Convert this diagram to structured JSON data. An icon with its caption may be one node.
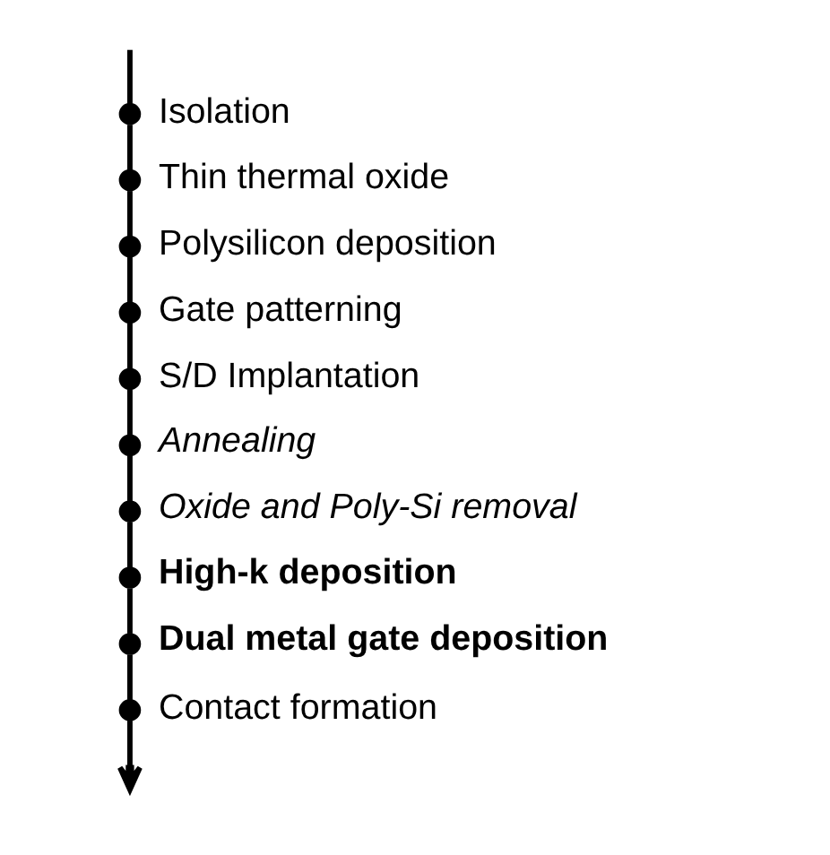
{
  "diagram": {
    "nodes": [
      {
        "text": [],
        "shape": "circle",
        "beside": [
          "Isolation"
        ]
      },
      {
        "text": [],
        "shape": "circle",
        "beside": [
          "Thin thermal oxide"
        ]
      },
      {
        "text": [],
        "shape": "circle",
        "beside": [
          "Polysilicon deposition"
        ]
      },
      {
        "text": [],
        "shape": "circle",
        "beside": [
          "Gate patterning"
        ]
      },
      {
        "text": [],
        "shape": "circle",
        "beside": [
          "S/D Implantation"
        ]
      },
      {
        "text": [],
        "shape": "circle",
        "beside": [
          "Annealing"
        ]
      },
      {
        "text": [],
        "shape": "circle",
        "beside": [
          "Oxide and Poly-Si removal"
        ]
      },
      {
        "text": [],
        "shape": "circle",
        "beside": [
          "High-k deposition"
        ]
      },
      {
        "text": [],
        "shape": "circle",
        "beside": [
          "Dual metal gate deposition"
        ]
      },
      {
        "text": [],
        "shape": "circle",
        "beside": [
          "Contact formation"
        ]
      }
    ],
    "edges": [
      {
        "from": null,
        "to": 0,
        "arrow": "none"
      },
      {
        "from": 0,
        "to": 1,
        "arrow": "none"
      },
      {
        "from": 1,
        "to": 2,
        "arrow": "none"
      },
      {
        "from": 2,
        "to": 3,
        "arrow": "none"
      },
      {
        "from": 3,
        "to": 4,
        "arrow": "none"
      },
      {
        "from": 4,
        "to": 5,
        "arrow": "none"
      },
      {
        "from": 5,
        "to": 6,
        "arrow": "none"
      },
      {
        "from": 6,
        "to": 7,
        "arrow": "none"
      },
      {
        "from": 7,
        "to": 8,
        "arrow": "none"
      },
      {
        "from": 8,
        "to": 9,
        "arrow": "none"
      },
      {
        "from": 9,
        "to": null,
        "arrow": "to"
      }
    ]
  }
}
